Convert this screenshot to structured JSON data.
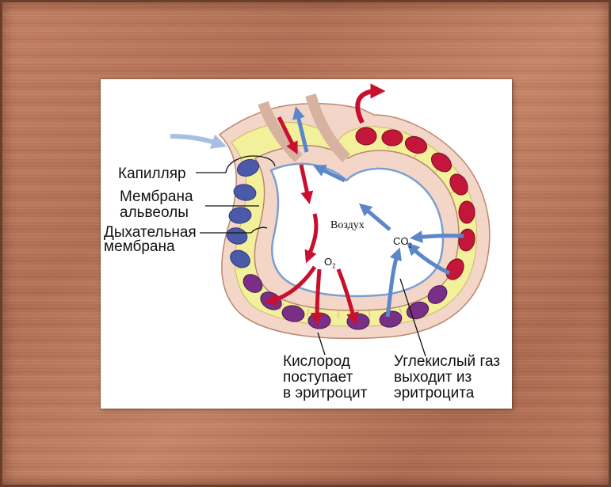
{
  "labels": {
    "capillary": "Капилляр",
    "alveolar_membrane_1": "Мембрана",
    "alveolar_membrane_2": "альвеолы",
    "respiratory_membrane_1": "Дыхательная",
    "respiratory_membrane_2": "мембрана",
    "air": "Воздух",
    "o2_base": "O",
    "o2_sub": "2",
    "co2_base": "CO",
    "co2_sub": "2",
    "oxygen_1": "Кислород",
    "oxygen_2": "поступает",
    "oxygen_3": "в эритроцит",
    "carbon_1": "Углекислый газ",
    "carbon_2": "выходит из",
    "carbon_3": "эритроцита"
  },
  "colors": {
    "oxygen_arrow": "#c8102e",
    "co2_arrow": "#5b87c8",
    "plasma": "#f2f09a",
    "tissue": "#f4d6c8",
    "rbc_red": "#c3163a",
    "rbc_blue": "#4a5aa8",
    "rbc_purple": "#7a2f86",
    "frame": "#b87458"
  }
}
